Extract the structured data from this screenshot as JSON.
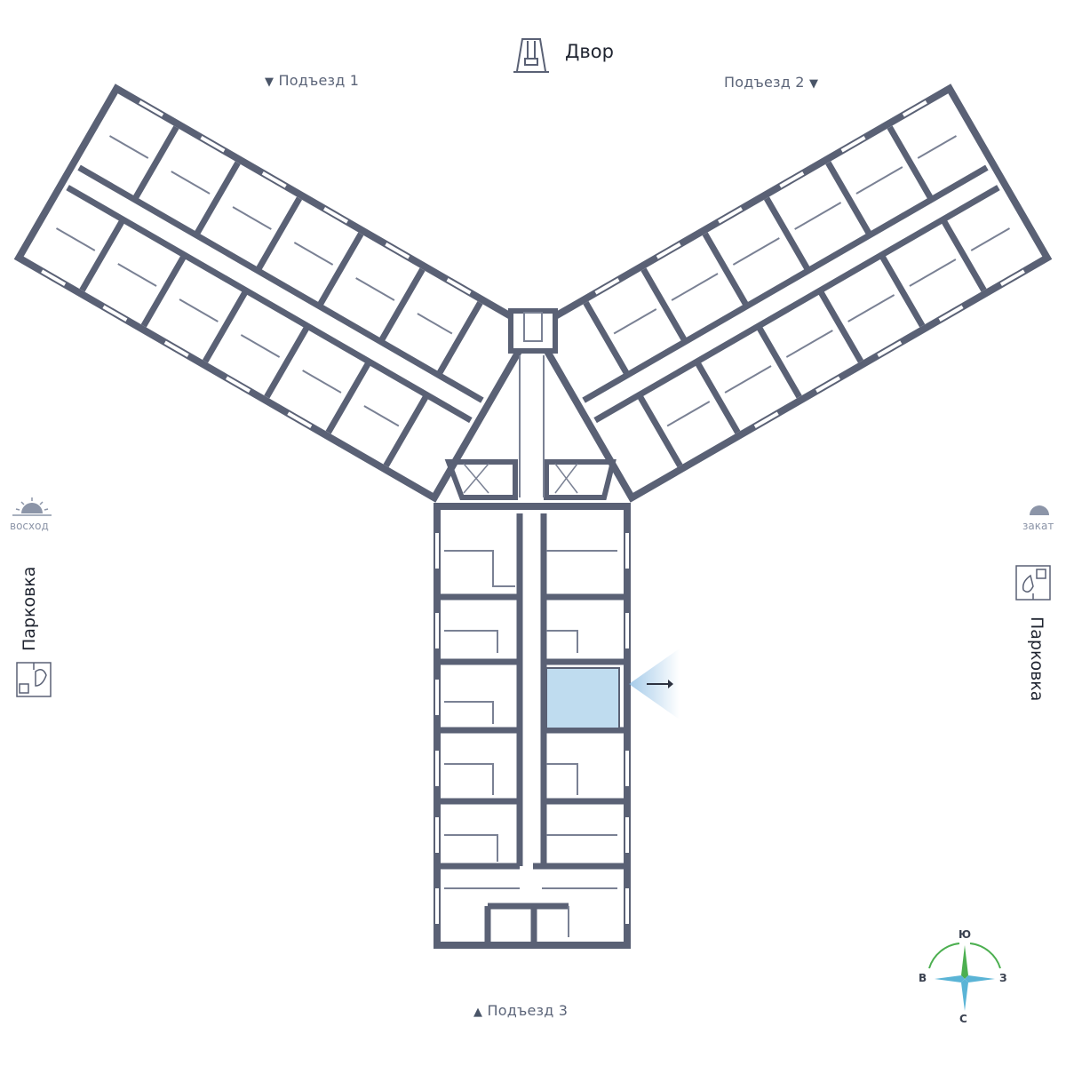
{
  "labels": {
    "courtyard": "Двор",
    "entrance_1": "Подъезд 1",
    "entrance_2": "Подъезд 2",
    "entrance_3": "Подъезд 3",
    "sunrise": "восход",
    "sunset": "закат",
    "parking_left": "Парковка",
    "parking_right": "Парковка"
  },
  "compass": {
    "north": "Ю",
    "south": "С",
    "west": "В",
    "east": "З"
  },
  "colors": {
    "wall": "#5a6175",
    "highlight": "#bfdcef",
    "thin_wall": "#7a8194",
    "compass_green": "#4caf50",
    "compass_blue": "#5ab4d6",
    "sun": "#8c95a8"
  },
  "icons": [
    "playground-icon",
    "sunrise-icon",
    "sunset-icon",
    "parking-icon",
    "compass-icon",
    "view-arrow-icon"
  ],
  "highlighted_apartment": "selected-apartment"
}
